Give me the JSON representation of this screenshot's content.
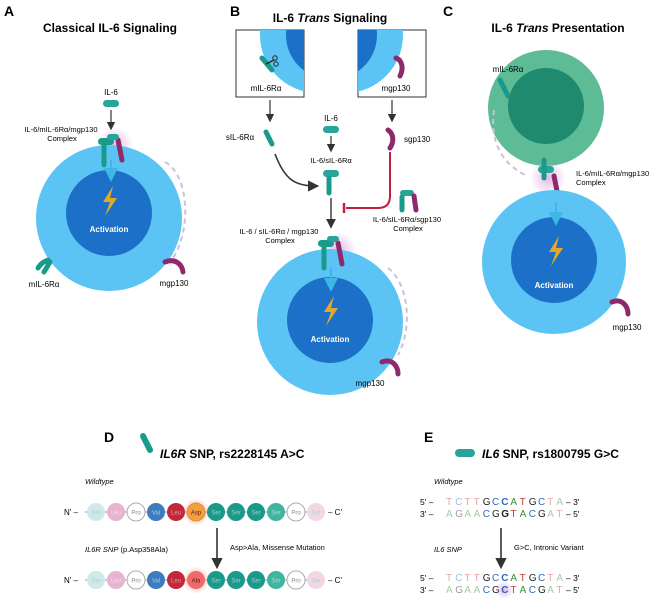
{
  "panels": {
    "A": {
      "letter": "A",
      "title": "Classical IL-6 Signaling",
      "ligand": "IL-6",
      "complex_line1": "IL-6/mIL-6Rα/mgp130",
      "complex_line2": "Complex",
      "activation": "Activation",
      "receptor_left": "mIL-6Rα",
      "receptor_right": "mgp130"
    },
    "B": {
      "letter": "B",
      "title_pre": "IL-6 ",
      "title_italic": "Trans",
      "title_post": " Signaling",
      "box_left_label": "mIL-6Rα",
      "box_right_label": "mgp130",
      "soluble_receptor": "sIL-6Rα",
      "ligand": "IL-6",
      "soluble_gp130": "sgp130",
      "binary_complex": "IL-6/sIL-6Rα",
      "inhibitor_complex_line1": "IL-6/sIL-6Rα/sgp130",
      "inhibitor_complex_line2": "Complex",
      "complex_line1": "IL-6 / sIL-6Rα / mgp130",
      "complex_line2": "Complex",
      "activation": "Activation",
      "receptor_right": "mgp130"
    },
    "C": {
      "letter": "C",
      "title_pre": "IL-6 ",
      "title_italic": "Trans",
      "title_post": " Presentation",
      "receptor_top": "mIL-6Rα",
      "complex_line1": "IL-6/mIL-6Rα/mgp130",
      "complex_line2": "Complex",
      "activation": "Activation",
      "receptor_right": "mgp130"
    },
    "D": {
      "letter": "D",
      "title_italic": "IL6R",
      "title_rest": " SNP, rs2228145 A>C",
      "wildtype": "Wildtype",
      "mutant_italic": "IL6R SNP",
      "mutant_rest": " (p.Asp358Ala)",
      "n_term": "N' –",
      "c_term": "– C'",
      "arrow_label": "Asp>Ala, Missense Mutation",
      "wildtype_residues": [
        "Ser",
        "Leu",
        "Pro",
        "Val",
        "Leu",
        "Asp",
        "Ser",
        "Ser",
        "Ser",
        "Ser",
        "Pro",
        "Ser"
      ],
      "mutant_residues": [
        "Ser",
        "Leu",
        "Pro",
        "Val",
        "Leu",
        "Ala",
        "Ser",
        "Ser",
        "Ser",
        "Ser",
        "Pro",
        "Ser"
      ]
    },
    "E": {
      "letter": "E",
      "title_italic": "IL6",
      "title_rest": " SNP, rs1800795 G>C",
      "wildtype": "Wildtype",
      "mutant": "IL6 SNP",
      "arrow_label": "G>C, Intronic Variant",
      "five": "5' –",
      "three": "3' –",
      "end3": "– 3'",
      "end5": "– 5'",
      "wt_top": [
        "T",
        "C",
        "T",
        "T",
        "G",
        "C",
        "C",
        "A",
        "T",
        "G",
        "C",
        "T",
        "A"
      ],
      "wt_bottom": [
        "A",
        "G",
        "A",
        "A",
        "C",
        "G",
        "G",
        "T",
        "A",
        "C",
        "G",
        "A",
        "T"
      ],
      "mut_top": [
        "T",
        "C",
        "T",
        "T",
        "G",
        "C",
        "C",
        "A",
        "T",
        "G",
        "C",
        "T",
        "A"
      ],
      "mut_bottom": [
        "A",
        "G",
        "A",
        "A",
        "C",
        "G",
        "C",
        "T",
        "A",
        "C",
        "G",
        "A",
        "T"
      ]
    }
  },
  "colors": {
    "teal": "#1a9a8a",
    "purple": "#8e2a6c",
    "cell_outer": "#5bc4f4",
    "cell_inner": "#1d70c7",
    "presenter": "#5dbb95",
    "presenter_core": "#1f8a6e",
    "inhibit": "#c0203f"
  }
}
